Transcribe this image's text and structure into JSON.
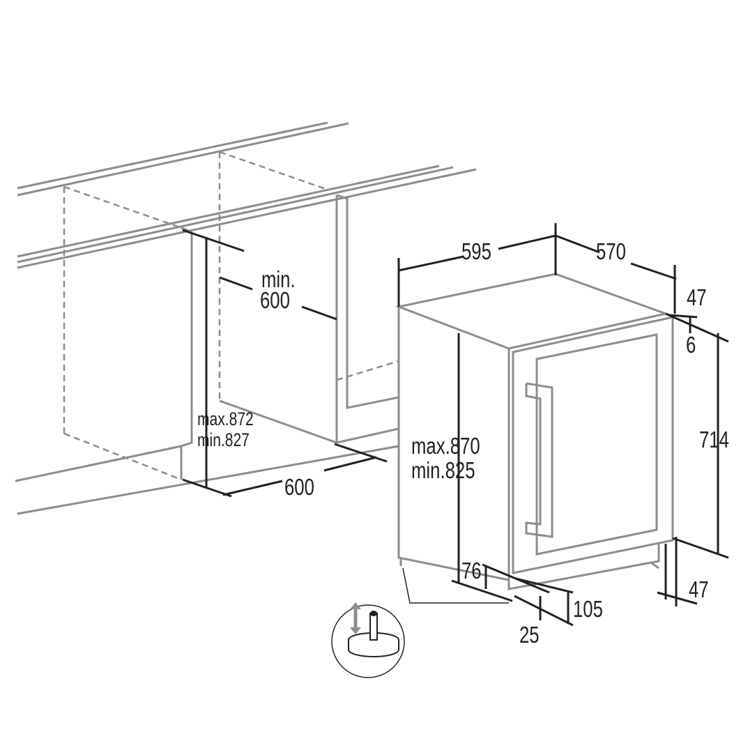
{
  "colors": {
    "cabinet": "#8c8c8c",
    "dimension": "#231f20",
    "background": "#ffffff"
  },
  "niche": {
    "depth_label_min": "min.",
    "depth_label_value": "600",
    "height_max": "max.872",
    "height_min": "min.827",
    "width": "600"
  },
  "appliance": {
    "width": "595",
    "depth": "570",
    "door_offset": "47",
    "door_gap": "6",
    "door_height": "714",
    "bottom_offset": "47",
    "height_max": "max.870",
    "height_min": "min.825",
    "plinth_76": "76",
    "plinth_105": "105",
    "foot_25": "25"
  },
  "icons": {
    "adjustable_foot": "adjustable-foot-detail-icon"
  }
}
